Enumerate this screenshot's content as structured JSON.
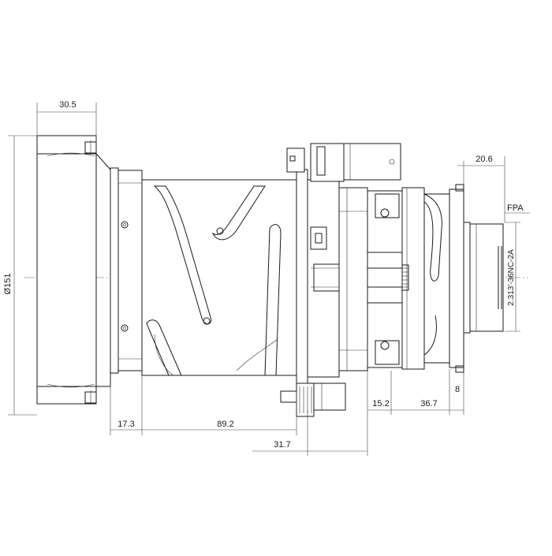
{
  "dimensions": {
    "flange_width": "30.5",
    "outer_diameter": "Ø151",
    "rear_offset": "20.6",
    "step_length": "17.3",
    "barrel_length": "89.2",
    "mount_distance": "31.7",
    "gear_offset": "15.2",
    "rear_section": "36.7",
    "flange_thickness": "8"
  },
  "labels": {
    "focal_plane": "FPA",
    "thread_spec": "2.313'-36NC-2A"
  },
  "colors": {
    "line": "#1a1a1a",
    "background": "#ffffff"
  }
}
